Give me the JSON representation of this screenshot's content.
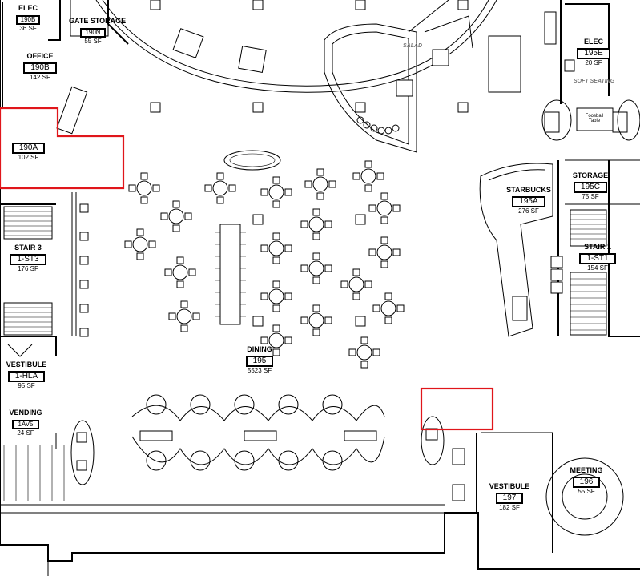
{
  "rooms": {
    "elec_190b": {
      "name": "ELEC",
      "number": "190B",
      "area": "36 SF"
    },
    "gate_storage": {
      "name": "GATE STORAGE",
      "number": "190N",
      "area": "55 SF"
    },
    "office": {
      "name": "OFFICE",
      "number": "190B",
      "area": "142 SF"
    },
    "room_190a": {
      "name": "",
      "number": "190A",
      "area": "102 SF"
    },
    "stair3": {
      "name": "STAIR 3",
      "number": "1-ST3",
      "area": "176 SF"
    },
    "vestibule_west": {
      "name": "VESTIBULE",
      "number": "1-HLA",
      "area": "95 SF"
    },
    "vending": {
      "name": "VENDING",
      "number": "1AV5",
      "area": "24 SF"
    },
    "dining": {
      "name": "DINING",
      "number": "195",
      "area": "5523 SF"
    },
    "elec_195e": {
      "name": "ELEC",
      "number": "195E",
      "area": "20 SF"
    },
    "storage": {
      "name": "STORAGE",
      "number": "195C",
      "area": "75 SF"
    },
    "starbucks": {
      "name": "STARBUCKS",
      "number": "195A",
      "area": "276 SF"
    },
    "stair1": {
      "name": "STAIR 1",
      "number": "1-ST1",
      "area": "154 SF"
    },
    "vestibule_197": {
      "name": "VESTIBULE",
      "number": "197",
      "area": "182 SF"
    },
    "meeting": {
      "name": "MEETING",
      "number": "196",
      "area": "55 SF"
    }
  },
  "notes": {
    "salad": "SALAD",
    "soft_seating": "SOFT SEATING",
    "foosball": "Foosball Table"
  },
  "colors": {
    "highlight": "#e0161b",
    "line": "#000000"
  }
}
